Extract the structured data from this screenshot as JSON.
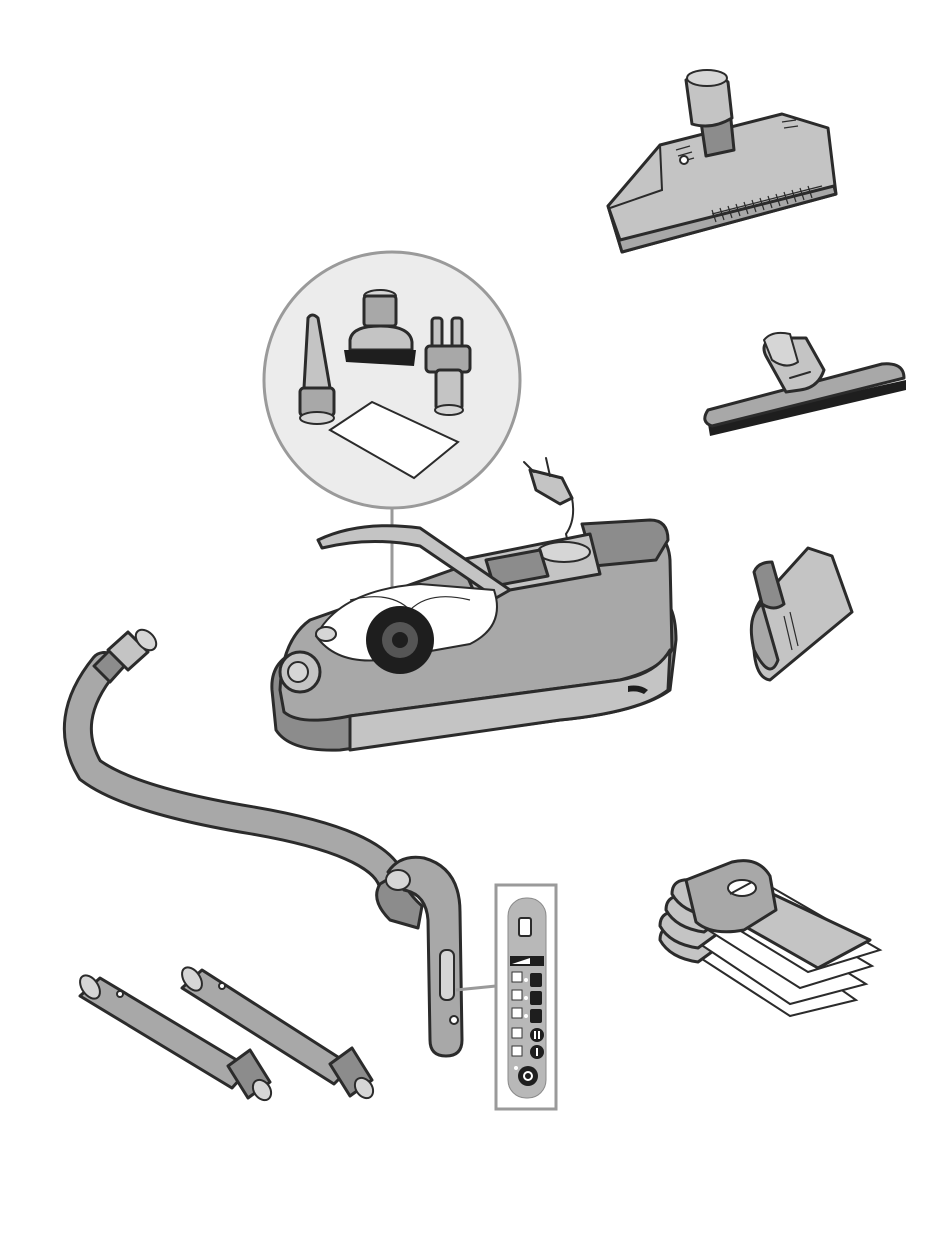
{
  "image": {
    "description_free": true
  },
  "parts": [
    {
      "id": "floorhead",
      "icon": "electro-brush-floorhead-icon"
    },
    {
      "id": "parquet-brush",
      "icon": "parquet-floor-brush-icon"
    },
    {
      "id": "upholstery-nozzle",
      "icon": "upholstery-nozzle-icon"
    },
    {
      "id": "accessories-inset",
      "icon": "accessory-set-icon"
    },
    {
      "id": "vacuum-body",
      "icon": "canister-vacuum-icon"
    },
    {
      "id": "hose",
      "icon": "suction-hose-icon"
    },
    {
      "id": "handle-control-panel",
      "icon": "handle-remote-panel-icon"
    },
    {
      "id": "telescopic-tubes",
      "icon": "extension-tube-icon"
    },
    {
      "id": "dust-bags",
      "icon": "dust-bag-stack-icon"
    }
  ],
  "colors": {
    "outline": "#2b2b2b",
    "body": "#a8a8a8",
    "body_light": "#c4c4c4",
    "body_dark": "#8c8c8c",
    "callout": "#9a9a9a"
  }
}
